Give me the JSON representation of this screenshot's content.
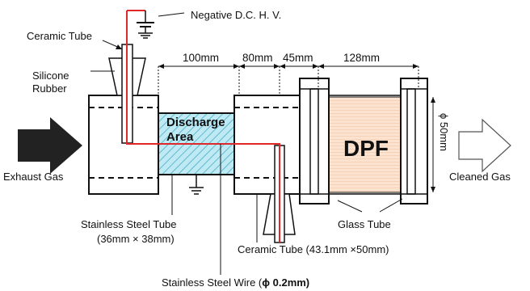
{
  "labels": {
    "hv_supply": "Negative D.C. H. V.",
    "ceramic_tube_top": "Ceramic Tube",
    "silicone_rubber": "Silicone\nRubber",
    "exhaust_gas": "Exhaust Gas",
    "discharge_area": "Discharge\nArea",
    "dpf": "DPF",
    "diameter": "ϕ 50mm",
    "cleaned_gas": "Cleaned Gas",
    "stainless_tube": "Stainless Steel Tube\n(36mm × 38mm)",
    "glass_tube": "Glass Tube",
    "ceramic_tube_bottom": "Ceramic Tube (43.1mm ×50mm)",
    "stainless_wire": "Stainless Steel Wire (",
    "stainless_wire_dia": "ϕ 0.2mm)"
  },
  "dimensions": [
    "100mm",
    "80mm",
    "45mm",
    "128mm"
  ],
  "colors": {
    "wire": "#e0282a",
    "discharge_fill": "#bfeaf3",
    "discharge_hatch": "#5fb9d0",
    "dpf_fill": "#fbe3cf",
    "dpf_hatch": "#e8b792",
    "arrow_dark": "#222222"
  }
}
